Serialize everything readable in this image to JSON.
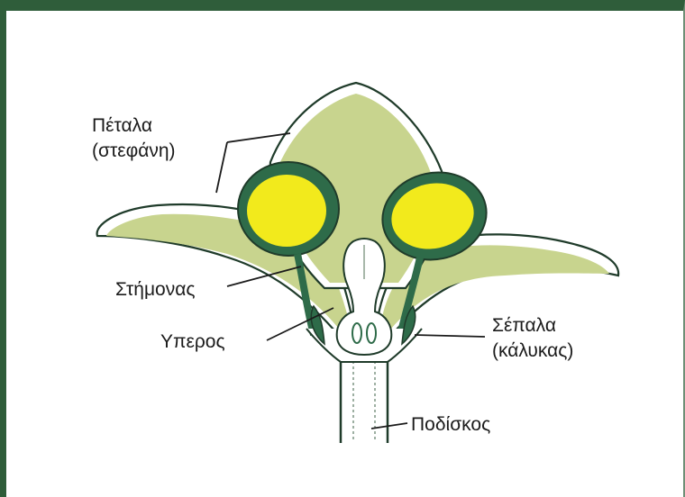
{
  "labels": {
    "petals_line1": "Πέταλα",
    "petals_line2": "(στεφάνη)",
    "stamen": "Στήμονας",
    "pistil": "Υπερος",
    "sepals_line1": "Σέπαλα",
    "sepals_line2": "(κάλυκας)",
    "pedicel": "Ποδίσκος"
  },
  "colors": {
    "frame": "#2f5d3a",
    "petal_fill": "#c8d48e",
    "anther_dark": "#2e6b49",
    "pollen": "#f2ea1c",
    "outline": "#1f3b2a"
  }
}
